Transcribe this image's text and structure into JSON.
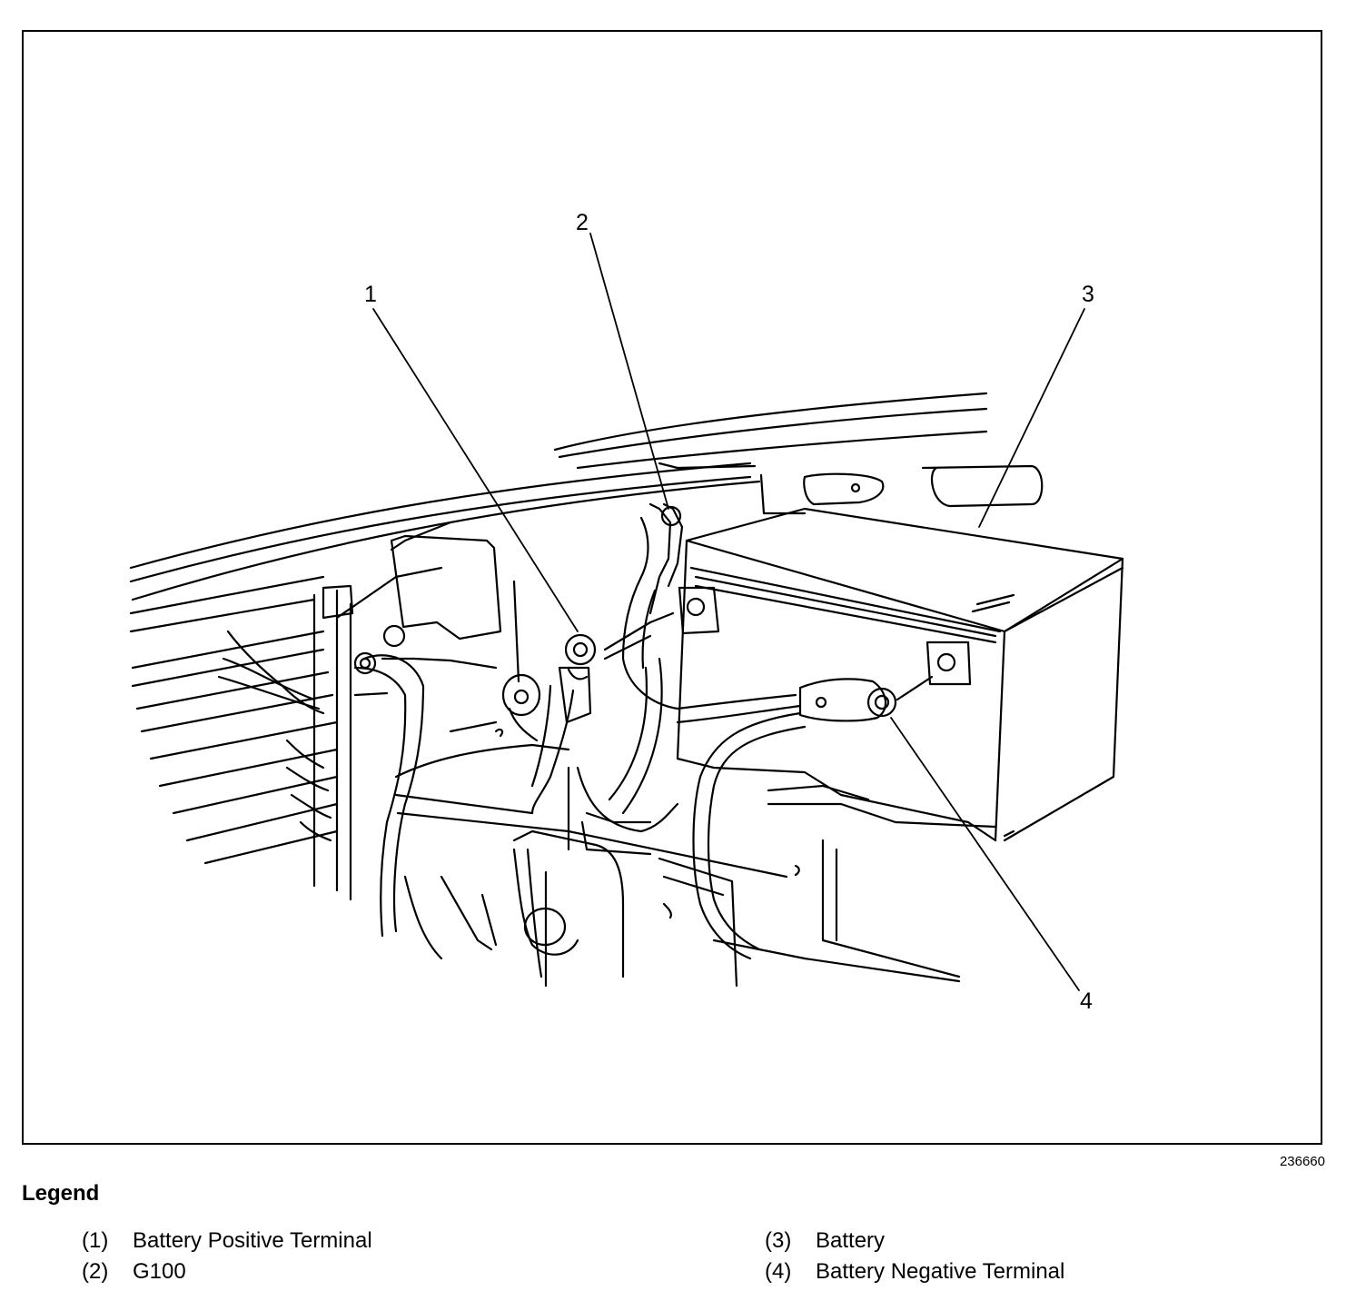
{
  "figure_number": "236660",
  "callouts": [
    "1",
    "2",
    "3",
    "4"
  ],
  "legend": {
    "title": "Legend",
    "items": [
      {
        "num": "(1)",
        "label": "Battery Positive Terminal"
      },
      {
        "num": "(2)",
        "label": "G100"
      },
      {
        "num": "(3)",
        "label": "Battery"
      },
      {
        "num": "(4)",
        "label": "Battery Negative Terminal"
      }
    ]
  }
}
